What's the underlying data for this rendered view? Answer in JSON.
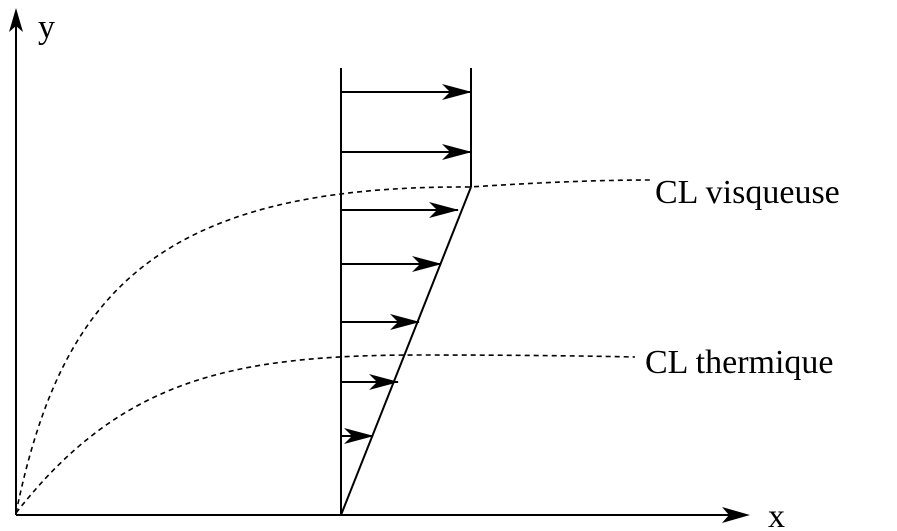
{
  "axes": {
    "x_label": "x",
    "y_label": "y"
  },
  "curves": {
    "viscous_label": "CL visqueuse",
    "thermal_label": "CL thermique"
  },
  "velocity_profile": {
    "arrow_count": 7
  },
  "colors": {
    "stroke": "#000000",
    "background": "#ffffff"
  }
}
